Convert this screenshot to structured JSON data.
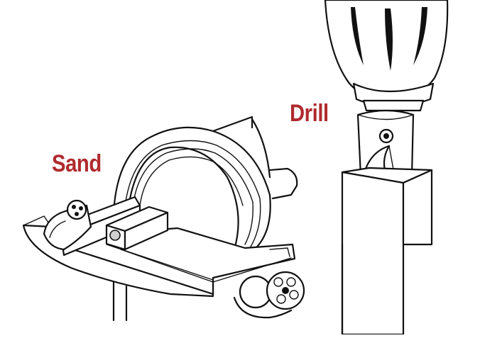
{
  "labels": {
    "sand": "Sand",
    "drill": "Drill"
  },
  "colors": {
    "label": "#b02a2e",
    "line": "#111111",
    "background": "#ffffff"
  },
  "icons": {
    "sanding": "sanding-disc-attachment-illustration",
    "drill": "drill-chuck-illustration"
  }
}
